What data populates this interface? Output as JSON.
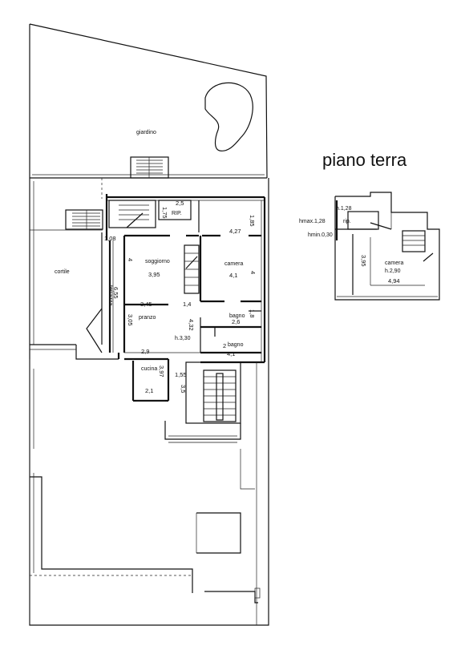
{
  "title": "piano terra",
  "rooms": {
    "giardino": "giardino",
    "cortile": "cortile",
    "soggiorno": "soggiorno",
    "camera": "camera",
    "pranzo": "pranzo",
    "bagno1": "bagno",
    "bagno2": "bagno",
    "cucina": "cucina",
    "terrazza": "terrazza",
    "rip": "RIP.",
    "h330": "h.3,30"
  },
  "dims": {
    "d25": "2,5",
    "d175": "1,75",
    "d185": "1,85",
    "d427": "4,27",
    "d108": "1,08",
    "d4a": "4",
    "d395": "3,95",
    "d41a": "4,1",
    "d4b": "4",
    "d655": "6,55",
    "d345": "3,45",
    "d14": "1,4",
    "d18": "1,8",
    "d305": "3,05",
    "d432": "4,32",
    "d26": "2,6",
    "d2": "2",
    "d41b": "4,1",
    "d29": "2,9",
    "d397": "3,97",
    "d155": "1,55",
    "d35": "3,5",
    "d21": "2,1"
  },
  "inset": {
    "h128": "h.1,28",
    "hmax": "hmax.1,28",
    "rip": "rip.",
    "hmin": "hmin.0,30",
    "camera": "camera",
    "h290": "h.2,90",
    "d395": "3,95",
    "d494": "4,94"
  }
}
